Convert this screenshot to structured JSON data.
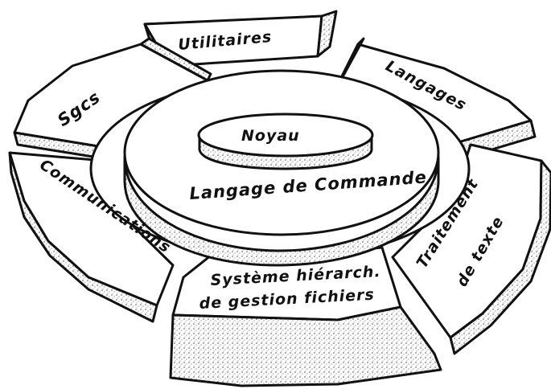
{
  "diagram": {
    "labels": {
      "core": "Noyau",
      "shell": "Langage de Commande",
      "utilities": "Utilitaires",
      "languages": "Langages",
      "sgcs": "Sgcs",
      "communications": "Communications",
      "text_processing_line1": "Traitement",
      "text_processing_line2": "de texte",
      "filesystem_line1": "Système hiérarch.",
      "filesystem_line2": "de gestion fichiers"
    }
  }
}
